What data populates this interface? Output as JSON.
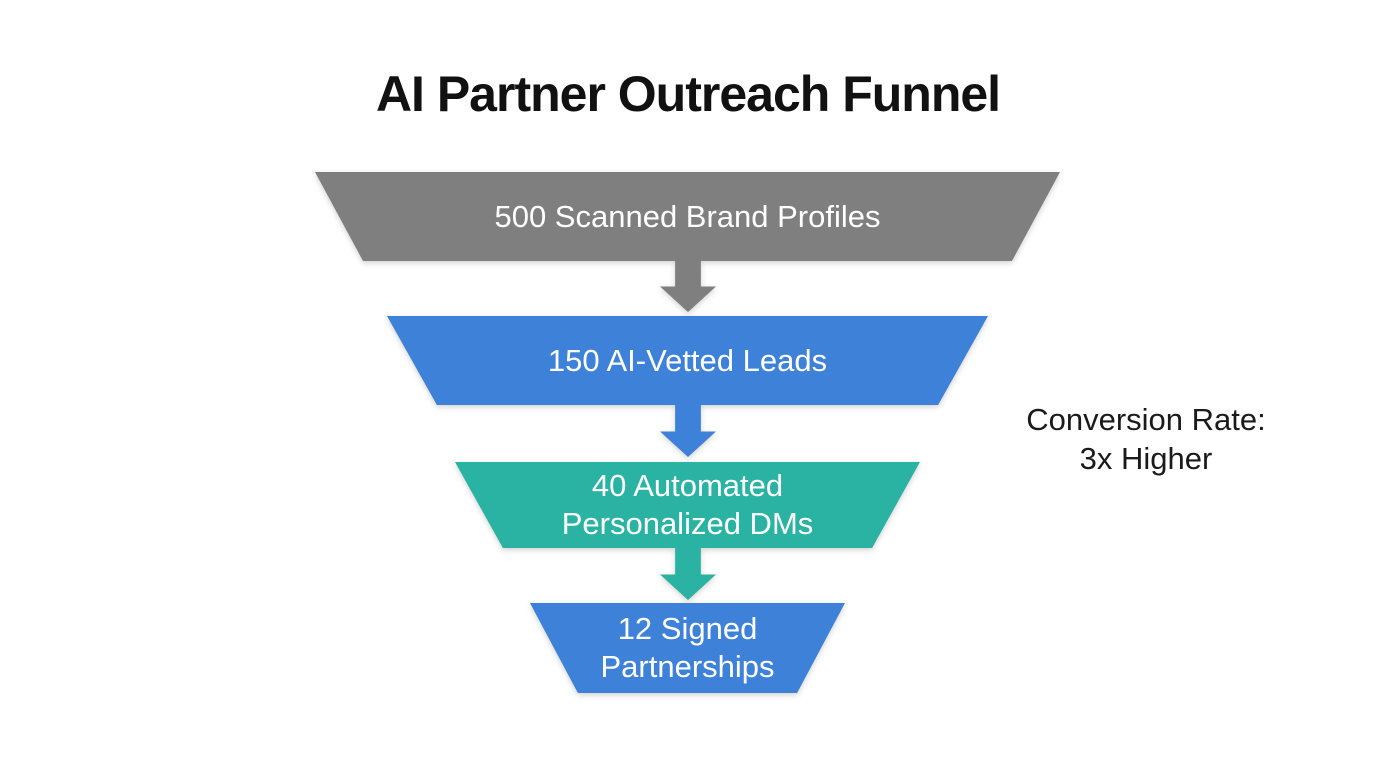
{
  "title": "AI Partner Outreach Funnel",
  "funnel": {
    "stages": [
      {
        "name": "scanned-brand-profiles",
        "line1": "500 Scanned Brand Profiles",
        "value": 500,
        "color": "#7f7f7f"
      },
      {
        "name": "ai-vetted-leads",
        "line1": "150 AI-Vetted Leads",
        "value": 150,
        "color": "#3e81d8"
      },
      {
        "name": "automated-personalized-dms",
        "line1": "40 Automated",
        "line2": "Personalized DMs",
        "value": 40,
        "color": "#2ab3a2"
      },
      {
        "name": "signed-partnerships",
        "line1": "12 Signed",
        "line2": "Partnerships",
        "value": 12,
        "color": "#3e81d8"
      }
    ]
  },
  "annotation": {
    "line1": "Conversion Rate:",
    "line2": "3x Higher"
  },
  "chart_data": {
    "type": "funnel",
    "title": "AI Partner Outreach Funnel",
    "categories": [
      "Scanned Brand Profiles",
      "AI-Vetted Leads",
      "Automated Personalized DMs",
      "Signed Partnerships"
    ],
    "values": [
      500,
      150,
      40,
      12
    ],
    "stage_colors": [
      "#7f7f7f",
      "#3e81d8",
      "#2ab3a2",
      "#3e81d8"
    ],
    "annotations": [
      "Conversion Rate: 3x Higher"
    ],
    "legend": "none",
    "grid": false
  },
  "colors": {
    "background": "#ffffff",
    "title_text": "#111111",
    "stage_text": "#ffffff",
    "annotation_text": "#1a1a1a"
  }
}
